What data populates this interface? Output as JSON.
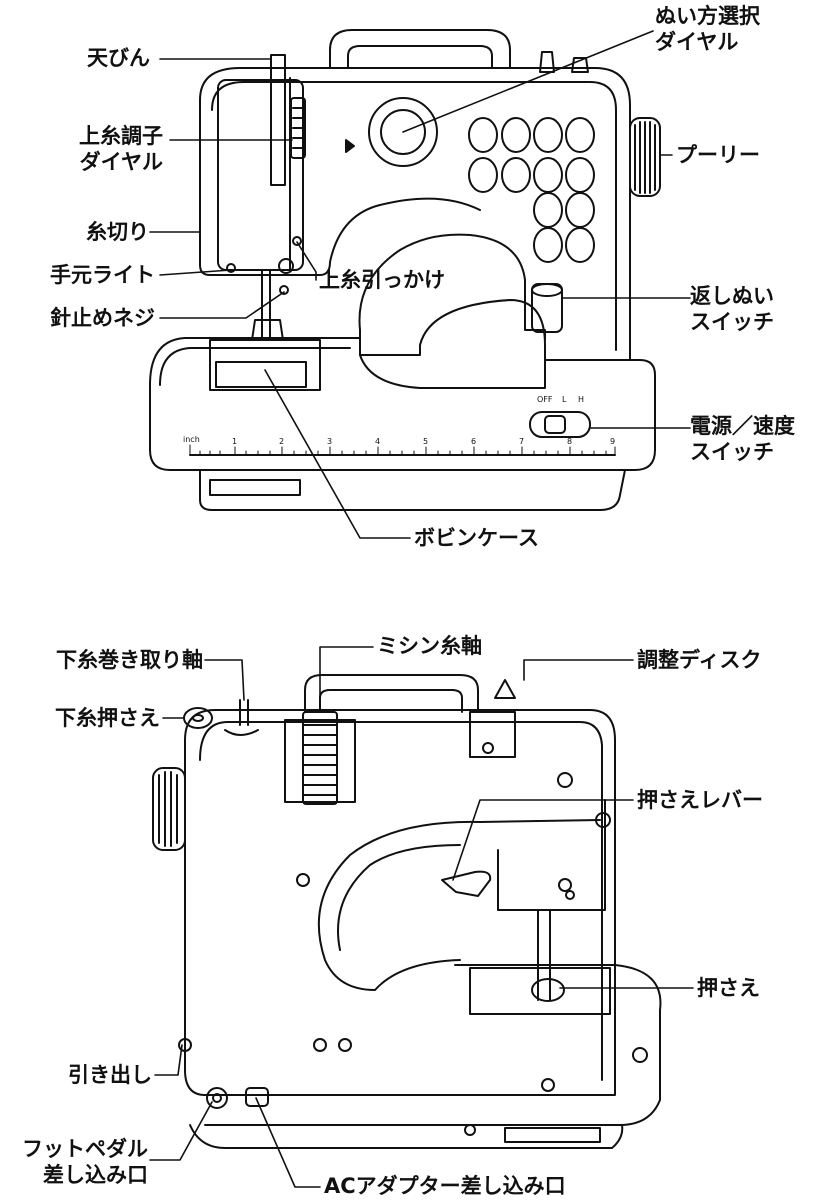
{
  "front": {
    "labels": {
      "tenbin": "天びん",
      "uito_choushi_1": "上糸調子",
      "uito_choushi_2": "ダイヤル",
      "itokiri": "糸切り",
      "temoto_light": "手元ライト",
      "harido_neji": "針止めネジ",
      "nuikata_1": "ぬい方選択",
      "nuikata_2": "ダイヤル",
      "pulley": "プーリー",
      "kaeshi_1": "返しぬい",
      "kaeshi_2": "スイッチ",
      "dengen_1": "電源／速度",
      "dengen_2": "スイッチ",
      "uito_hikkake": "上糸引っかけ",
      "bobbin_case": "ボビンケース"
    },
    "switch_marks": {
      "off": "OFF",
      "low": "L",
      "high": "H"
    },
    "ruler_label": "inch",
    "ruler_numbers": [
      "1",
      "2",
      "3",
      "4",
      "5",
      "6",
      "7",
      "8",
      "9"
    ]
  },
  "back": {
    "labels": {
      "shitaito_makitori": "下糸巻き取り軸",
      "shitaito_osae": "下糸押さえ",
      "mishin_itojiku": "ミシン糸軸",
      "chousei_disk": "調整ディスク",
      "osae_lever": "押さえレバー",
      "osae": "押さえ",
      "hikidashi": "引き出し",
      "foot_pedal_1": "フットペダル",
      "foot_pedal_2": "差し込み口",
      "ac_adapter": "ACアダプター差し込み口"
    }
  }
}
